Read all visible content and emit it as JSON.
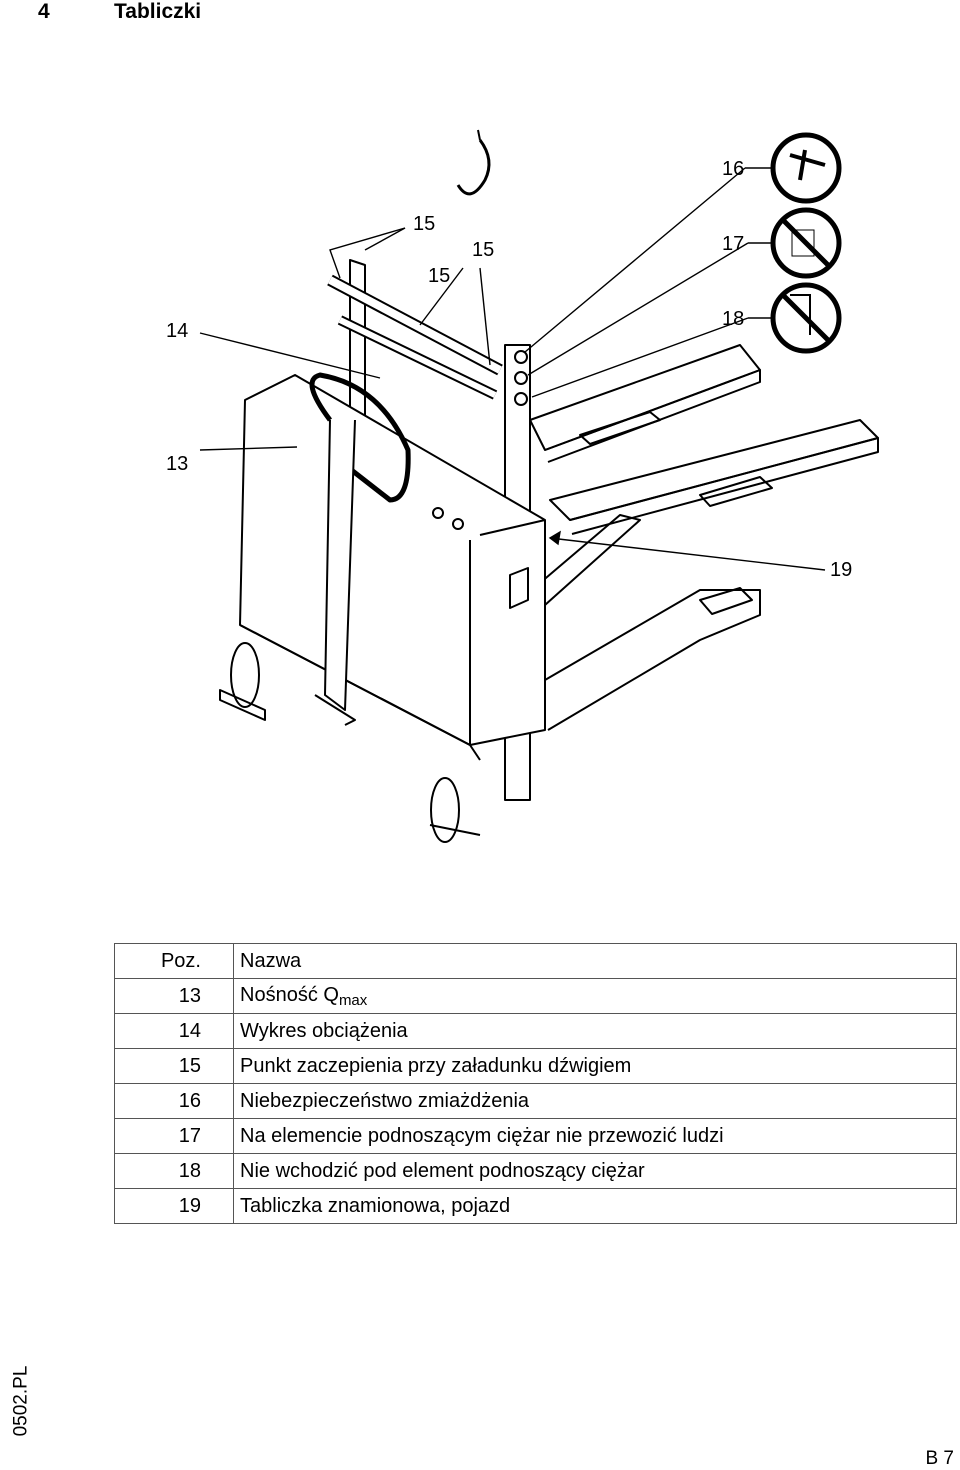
{
  "heading": {
    "number": "4",
    "title": "Tabliczki"
  },
  "figure": {
    "callouts": [
      "13",
      "14",
      "15",
      "15",
      "15",
      "16",
      "17",
      "18",
      "19"
    ]
  },
  "legend": {
    "header": {
      "pos": "Poz.",
      "name": "Nazwa"
    },
    "rows": [
      {
        "pos": "13",
        "name": "Nośność Q",
        "sub": "max"
      },
      {
        "pos": "14",
        "name": "Wykres obciążenia"
      },
      {
        "pos": "15",
        "name": "Punkt zaczepienia przy załadunku dźwigiem"
      },
      {
        "pos": "16",
        "name": "Niebezpieczeństwo zmiażdżenia"
      },
      {
        "pos": "17",
        "name": "Na elemencie podnoszącym ciężar nie przewozić ludzi"
      },
      {
        "pos": "18",
        "name": "Nie wchodzić pod element podnoszący ciężar"
      },
      {
        "pos": "19",
        "name": "Tabliczka znamionowa, pojazd"
      }
    ]
  },
  "footer": {
    "doc_code": "0502.PL",
    "page": "B 7"
  }
}
